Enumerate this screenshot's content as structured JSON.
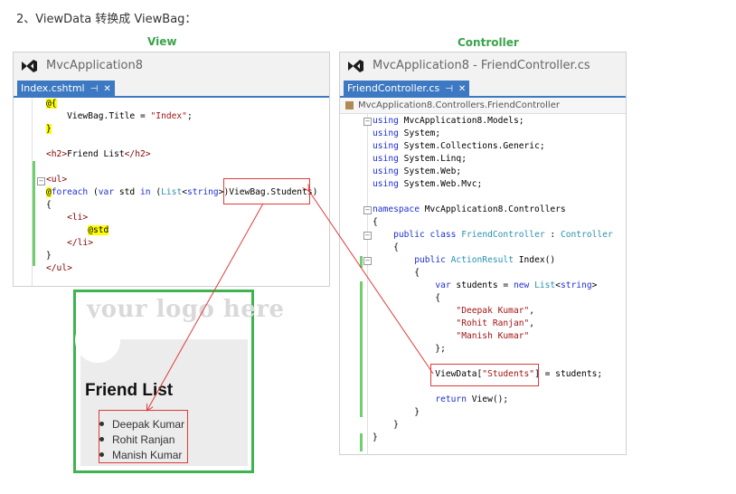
{
  "heading": "2、ViewData 转换成 ViewBag：",
  "captions": {
    "view": "View",
    "controller": "Controller"
  },
  "view_window": {
    "title": "MvcApplication8",
    "tab": "Index.cshtml",
    "code": [
      "@{",
      "    ViewBag.Title = \"Index\";",
      "}",
      "",
      "<h2>Friend List</h2>",
      "",
      "<ul>",
      "@foreach (var std in (List<string>)ViewBag.Students)",
      "{",
      "    <li>",
      "        @std",
      "    </li>",
      "}",
      "</ul>"
    ]
  },
  "controller_window": {
    "title": "MvcApplication8 - FriendController.cs",
    "tab": "FriendController.cs",
    "breadcrumb": "MvcApplication8.Controllers.FriendController",
    "code": [
      "using MvcApplication8.Models;",
      "using System;",
      "using System.Collections.Generic;",
      "using System.Linq;",
      "using System.Web;",
      "using System.Web.Mvc;",
      "",
      "namespace MvcApplication8.Controllers",
      "{",
      "    public class FriendController : Controller",
      "    {",
      "        public ActionResult Index()",
      "        {",
      "            var students = new List<string>",
      "            {",
      "                \"Deepak Kumar\",",
      "                \"Rohit Ranjan\",",
      "                \"Manish Kumar\"",
      "            };",
      "",
      "            ViewData[\"Students\"] = students;",
      "",
      "            return View();",
      "        }",
      "    }",
      "}"
    ]
  },
  "preview": {
    "logo": "your logo here",
    "title": "Friend List",
    "items": [
      "Deepak Kumar",
      "Rohit Ranjan",
      "Manish Kumar"
    ]
  },
  "colors": {
    "accent_green": "#3fb34f",
    "callout_red": "#e03a3a",
    "tab_blue": "#3c79c2",
    "keyword_blue": "#1e30d6",
    "type_teal": "#2b91af",
    "string_red": "#a31515"
  }
}
